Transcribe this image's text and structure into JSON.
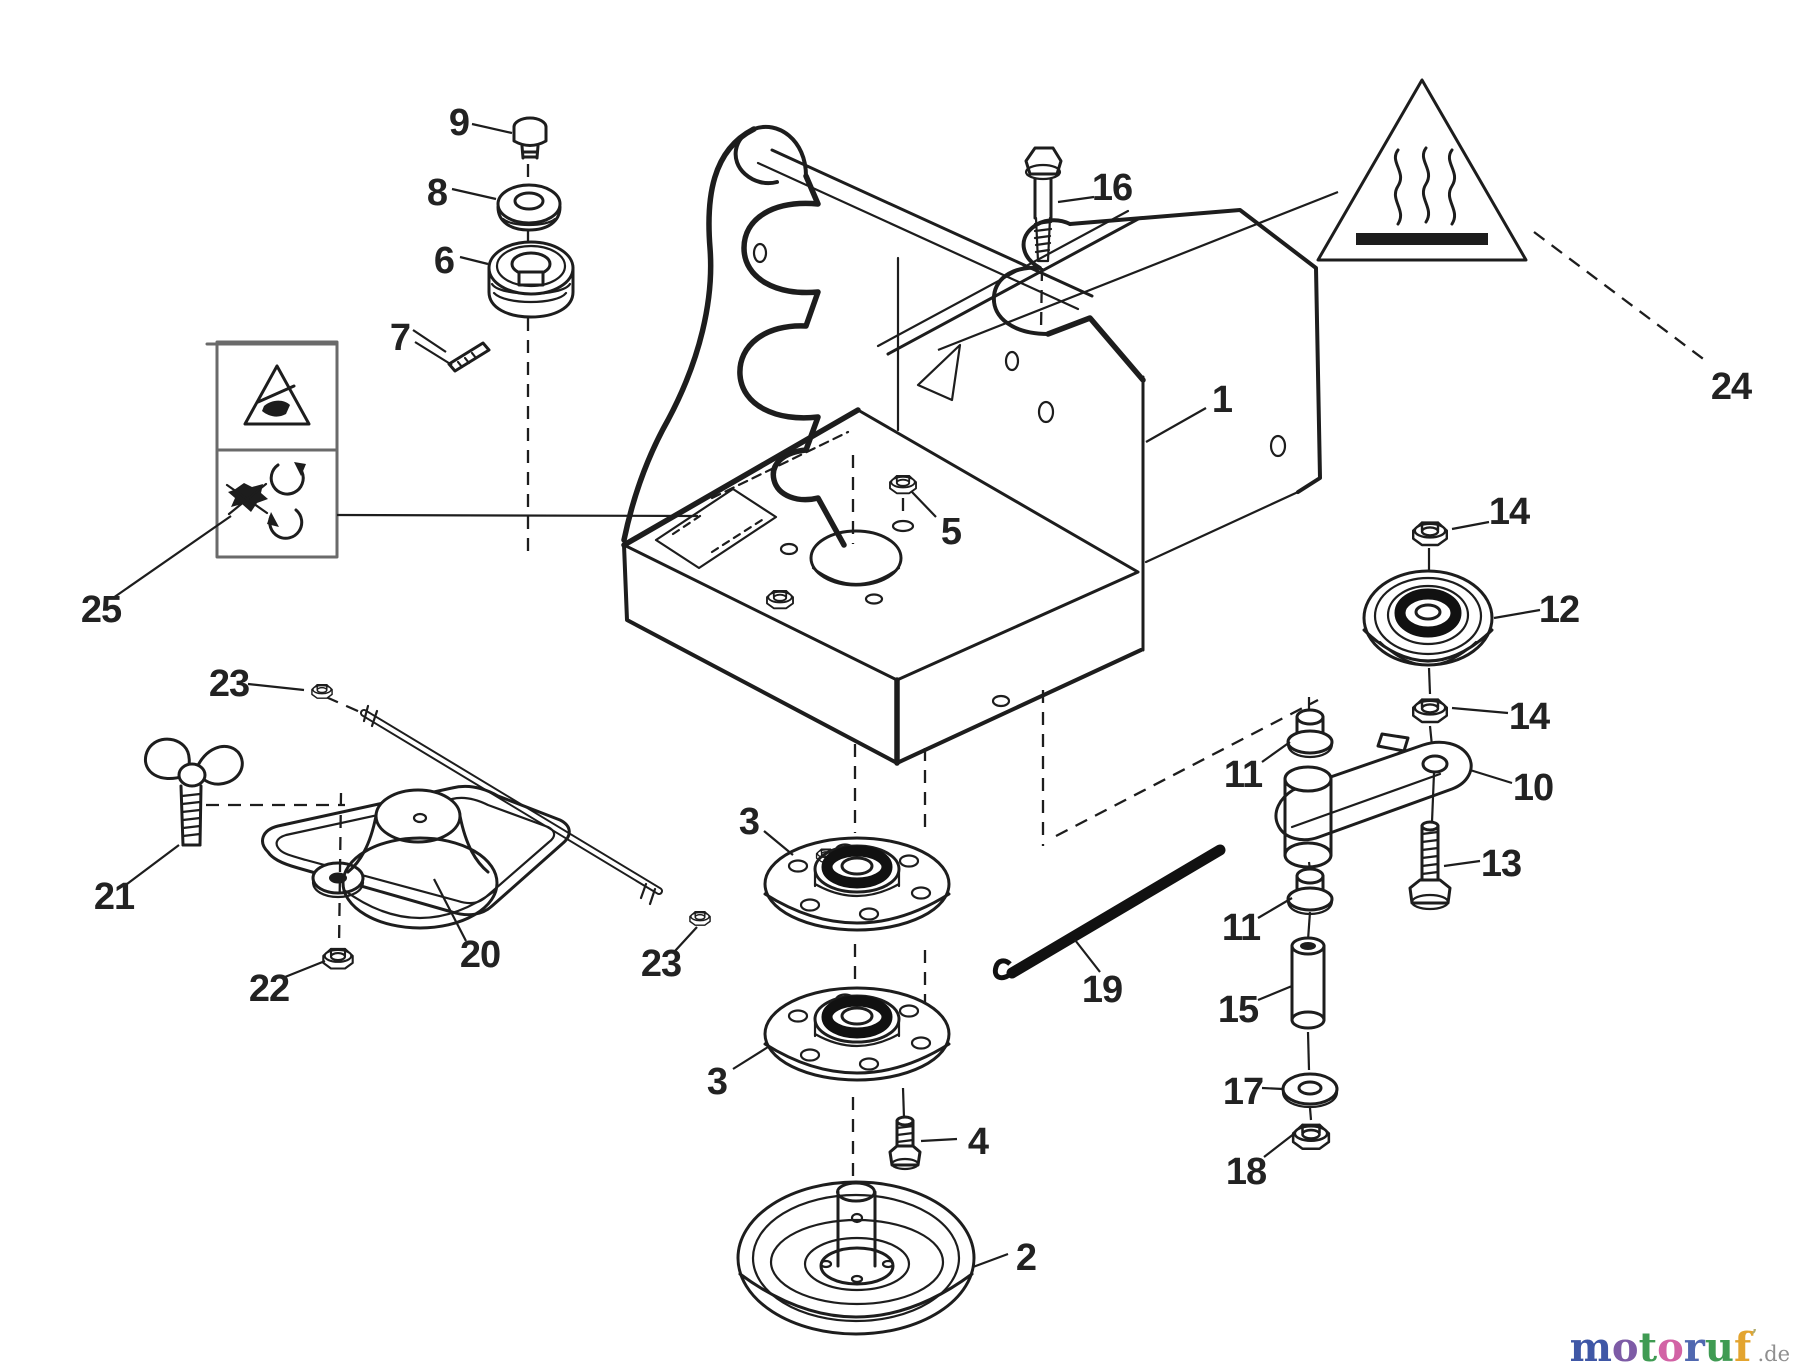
{
  "diagram": {
    "background": "#ffffff",
    "line_color": "#1d1d1d",
    "callouts": [
      {
        "label": "1"
      },
      {
        "label": "2"
      },
      {
        "label": "3"
      },
      {
        "label": "3"
      },
      {
        "label": "4"
      },
      {
        "label": "5"
      },
      {
        "label": "6"
      },
      {
        "label": "7"
      },
      {
        "label": "8"
      },
      {
        "label": "9"
      },
      {
        "label": "10"
      },
      {
        "label": "11"
      },
      {
        "label": "11"
      },
      {
        "label": "12"
      },
      {
        "label": "13"
      },
      {
        "label": "14"
      },
      {
        "label": "14"
      },
      {
        "label": "15"
      },
      {
        "label": "16"
      },
      {
        "label": "17"
      },
      {
        "label": "18"
      },
      {
        "label": "19"
      },
      {
        "label": "20"
      },
      {
        "label": "21"
      },
      {
        "label": "22"
      },
      {
        "label": "23"
      },
      {
        "label": "23"
      },
      {
        "label": "24"
      },
      {
        "label": "25"
      }
    ]
  },
  "watermark": {
    "letters": [
      {
        "ch": "m",
        "color": "#3f57a6"
      },
      {
        "ch": "o",
        "color": "#7d5ba6"
      },
      {
        "ch": "t",
        "color": "#3f9b53"
      },
      {
        "ch": "o",
        "color": "#d262a5"
      },
      {
        "ch": "r",
        "color": "#5068b0"
      },
      {
        "ch": "u",
        "color": "#3f9b53"
      },
      {
        "ch": "f",
        "color": "#e3a42f"
      }
    ],
    "tick": "’",
    "tick_color": "#b3ad6d",
    "suffix": ".de",
    "suffix_color": "#8f8f8f"
  }
}
